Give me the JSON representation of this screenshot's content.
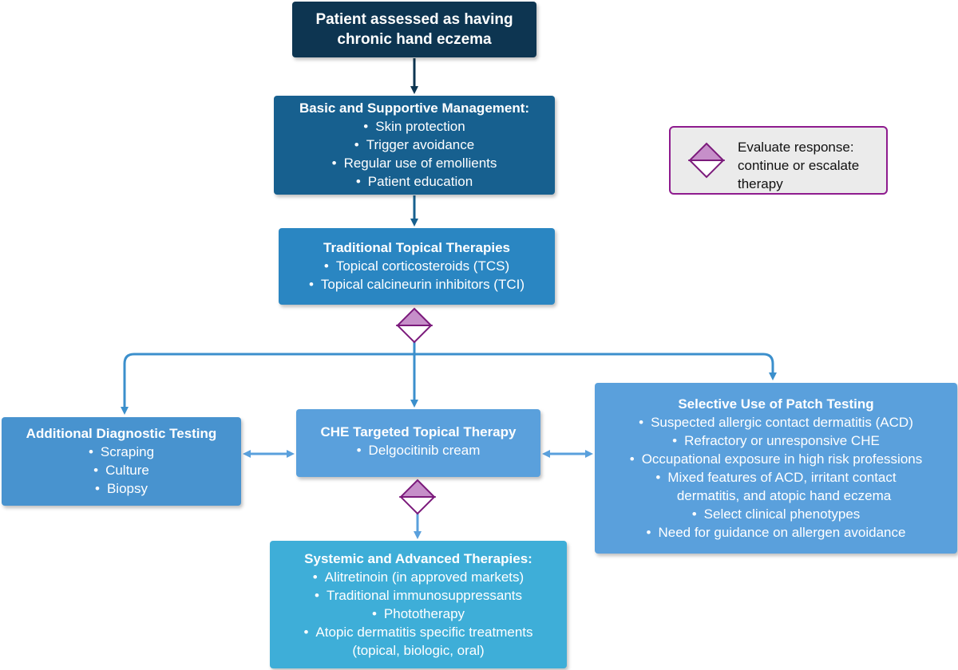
{
  "colors": {
    "start": "#0d3551",
    "basic": "#17608f",
    "traditional": "#2a86c2",
    "che_targeted": "#5aa0dc",
    "systemic": "#3eaed8",
    "decision_diamond_fill": "#c68fc9",
    "decision_diamond_stroke": "#7b1a7b",
    "legend_border": "#8e1b8e"
  },
  "start": {
    "title": "Patient assessed as having chronic hand eczema"
  },
  "basic": {
    "title": "Basic and Supportive Management:",
    "items": [
      "Skin protection",
      "Trigger avoidance",
      "Regular use of emollients",
      "Patient education"
    ]
  },
  "traditional": {
    "title": "Traditional Topical Therapies",
    "items": [
      "Topical corticosteroids (TCS)",
      "Topical calcineurin inhibitors (TCI)"
    ]
  },
  "diagnostic": {
    "title": "Additional Diagnostic Testing",
    "items": [
      "Scraping",
      "Culture",
      "Biopsy"
    ]
  },
  "che_targeted": {
    "title": "CHE Targeted Topical Therapy",
    "items": [
      "Delgocitinib cream"
    ]
  },
  "patch_testing": {
    "title": "Selective Use of Patch Testing",
    "items": [
      "Suspected allergic contact dermatitis (ACD)",
      "Refractory or unresponsive CHE",
      "Occupational exposure in high risk professions",
      "Mixed features of ACD, irritant contact",
      "Select clinical phenotypes",
      "Need for guidance on allergen avoidance"
    ],
    "item4_continuation": "dermatitis, and atopic hand eczema"
  },
  "systemic": {
    "title": "Systemic and Advanced Therapies:",
    "items": [
      "Alitretinoin (in approved markets)",
      "Traditional immunosuppressants",
      "Phototherapy",
      "Atopic dermatitis specific treatments"
    ],
    "item4_continuation": "(topical, biologic, oral)"
  },
  "legend": {
    "icon": "decision-diamond-icon",
    "text": "Evaluate response: continue or escalate therapy"
  }
}
